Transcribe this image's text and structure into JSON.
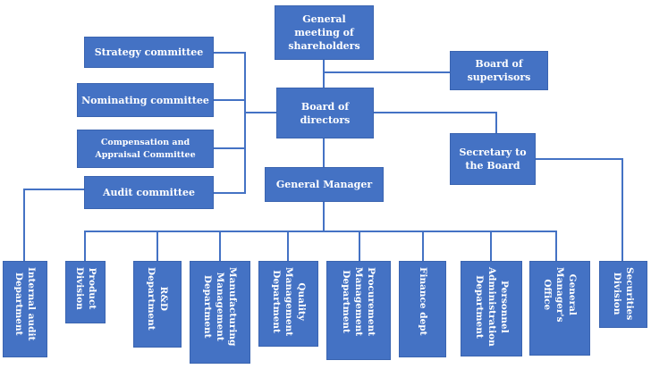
{
  "diagram": {
    "shareholders": "General\nmeeting of\nshareholders",
    "supervisors": "Board of\nsupervisors",
    "board": "Board of\ndirectors",
    "strategy": "Strategy committee",
    "nominating": "Nominating committee",
    "compensation": "Compensation and\nAppraisal Committee",
    "audit": "Audit committee",
    "secretary": "Secretary to\nthe Board",
    "gm": "General Manager",
    "departments": {
      "internal_audit": "Internal audit\nDepartment",
      "product": "Product\nDivision",
      "rd": "R&D\nDepartment",
      "manufacturing": "Manufacturing\nManagement\nDepartment",
      "quality": "Quality\nManagement\nDepartment",
      "procurement": "Procurement\nManagement\nDepartment",
      "finance": "Finance dept",
      "personnel": "Personnel\nAdministration\nDepartment",
      "gm_office": "General\nManager's\nOffice",
      "securities": "Securities\nDivision"
    }
  }
}
